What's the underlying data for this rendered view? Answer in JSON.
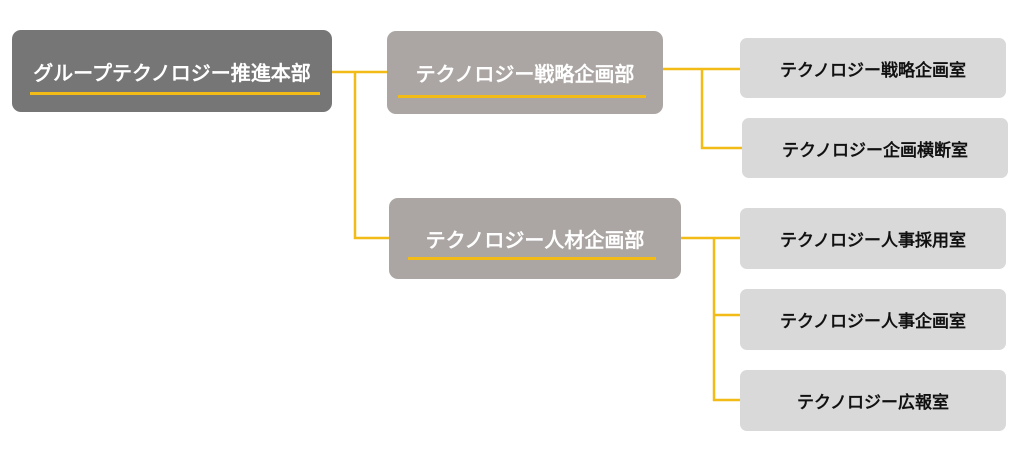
{
  "root": {
    "label": "グループテクノロジー推進本部"
  },
  "departments": [
    {
      "label": "テクノロジー戦略企画部",
      "rooms": [
        {
          "label": "テクノロジー戦略企画室"
        },
        {
          "label": "テクノロジー企画横断室"
        }
      ]
    },
    {
      "label": "テクノロジー人材企画部",
      "rooms": [
        {
          "label": "テクノロジー人事採用室"
        },
        {
          "label": "テクノロジー人事企画室"
        },
        {
          "label": "テクノロジー広報室"
        }
      ]
    }
  ],
  "colors": {
    "root_fill": "#767676",
    "department_fill": "#aba6a3",
    "room_fill": "#d9d9d9",
    "accent_line": "#f2bb15"
  }
}
